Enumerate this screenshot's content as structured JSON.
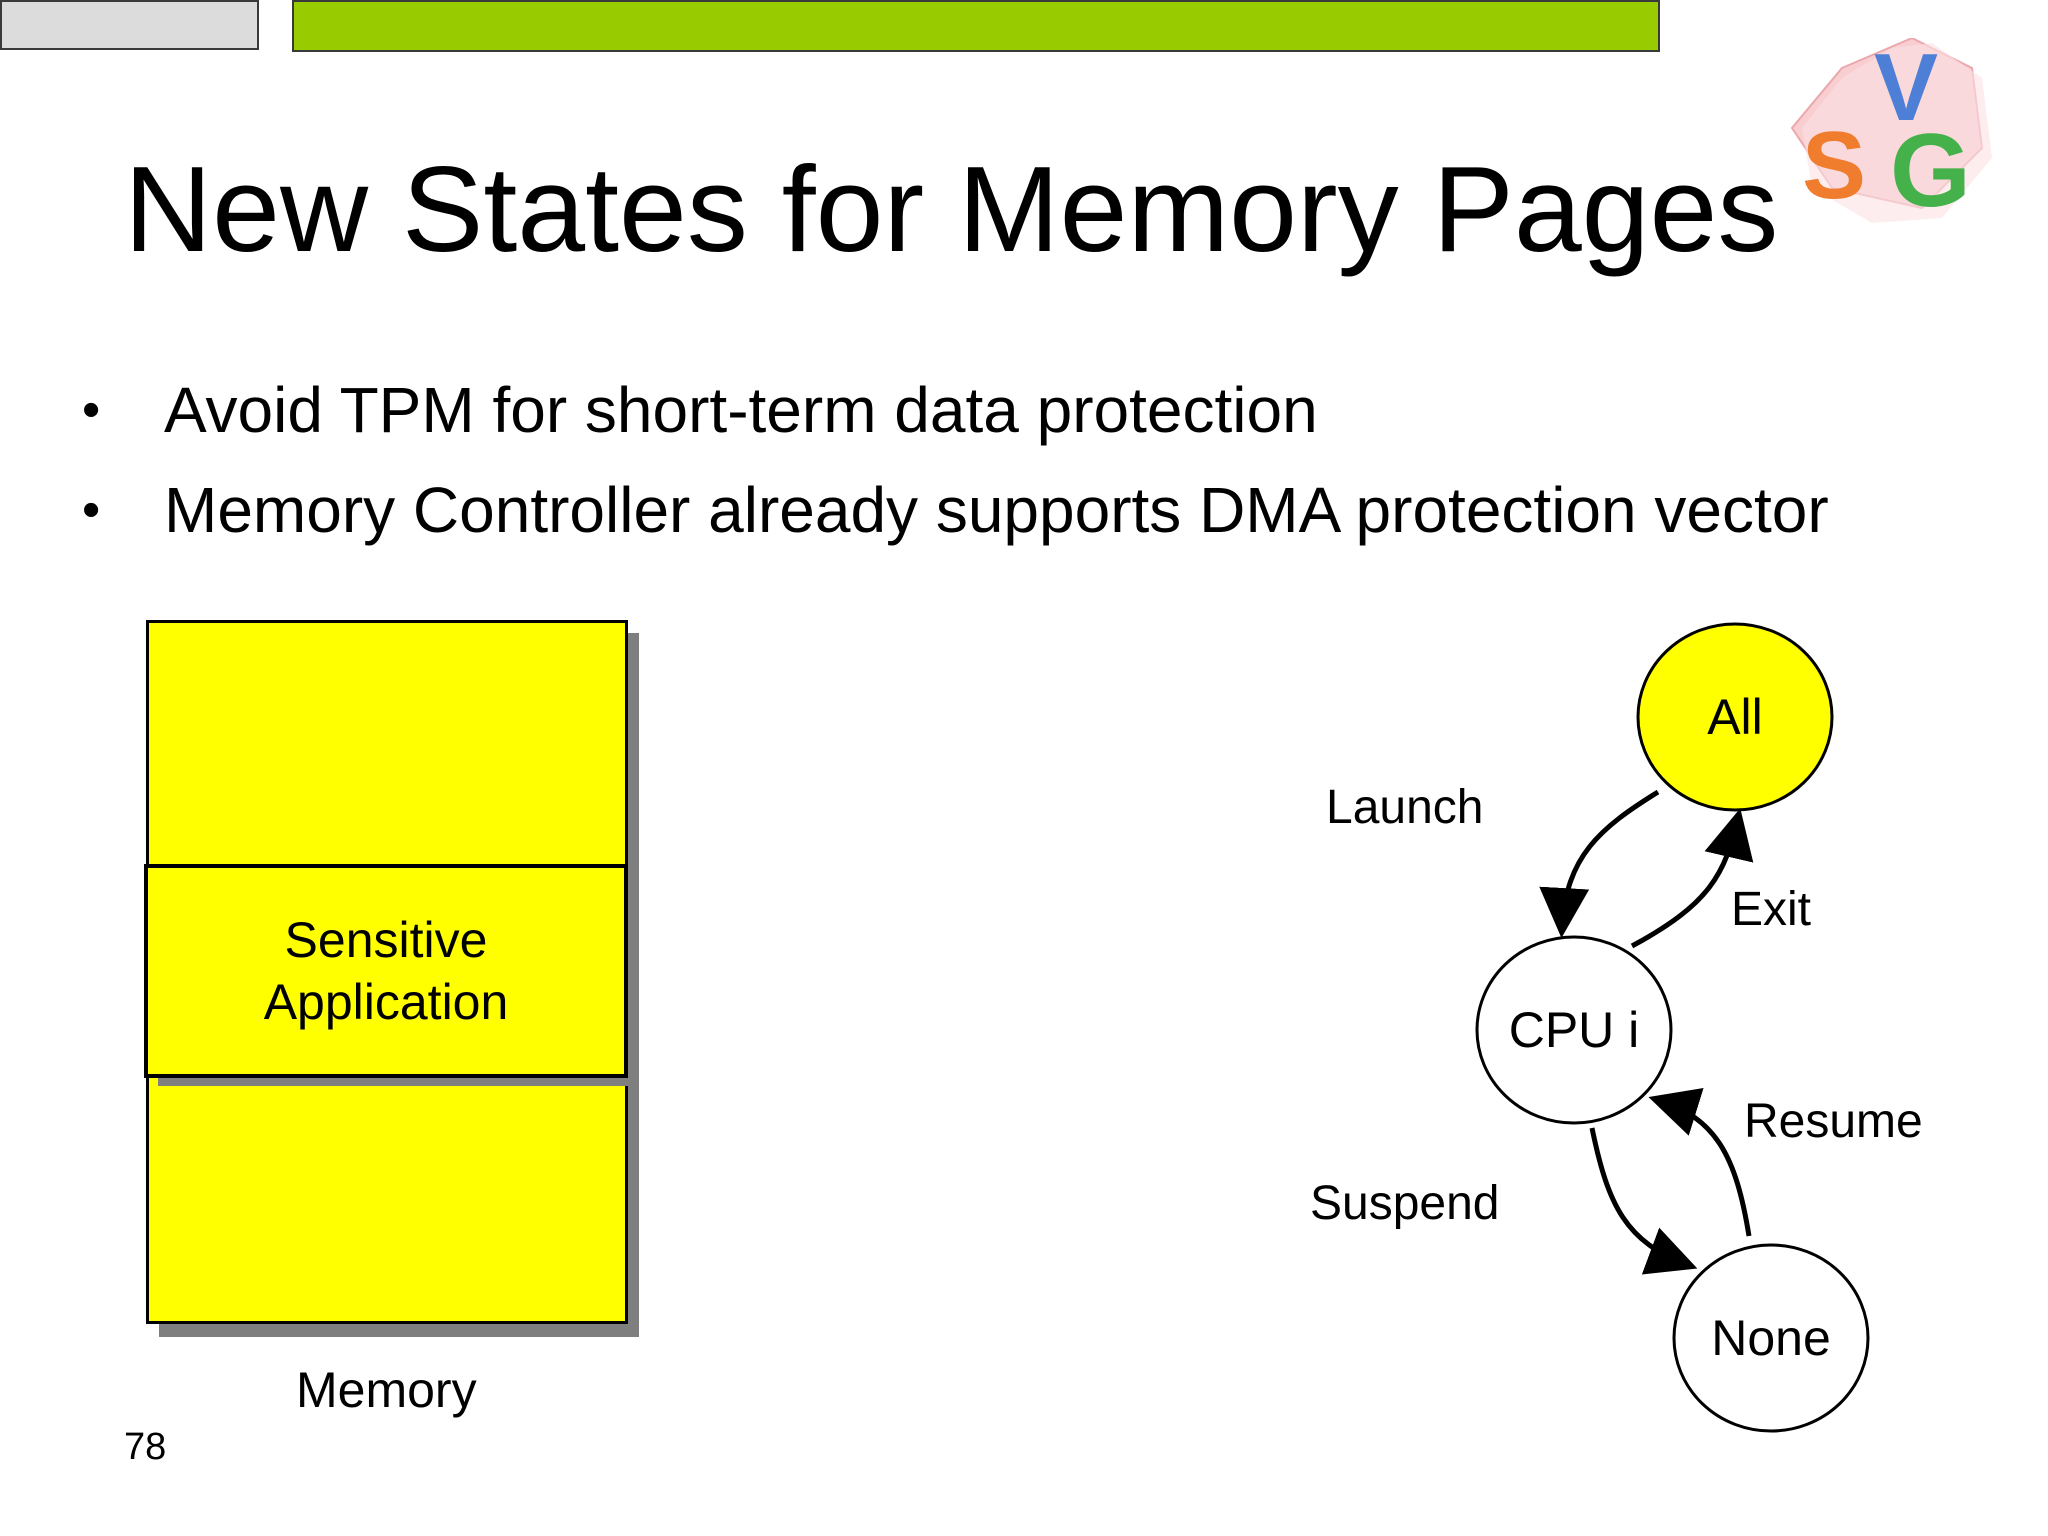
{
  "slide": {
    "title": "New States for Memory Pages",
    "page_number": "78",
    "bullets": [
      "Avoid TPM for short-term data protection",
      "Memory Controller already supports DMA protection vector"
    ],
    "bullet_symbol": "•"
  },
  "logo": {
    "letters": [
      "V",
      "S",
      "G"
    ],
    "colors": {
      "hex_fill": "#f7c6c9",
      "v": "#4d7fd6",
      "s": "#f07c2e",
      "g": "#44b14a"
    }
  },
  "memory_diagram": {
    "region_label": "Sensitive Application",
    "region_lines": [
      "Sensitive",
      "Application"
    ],
    "caption": "Memory",
    "fill_color": "#ffff00"
  },
  "state_diagram": {
    "nodes": {
      "all": "All",
      "cpu": "CPU i",
      "none": "None"
    },
    "highlight_color": "#ffff00",
    "transitions": {
      "launch": "Launch",
      "exit": "Exit",
      "suspend": "Suspend",
      "resume": "Resume"
    }
  }
}
